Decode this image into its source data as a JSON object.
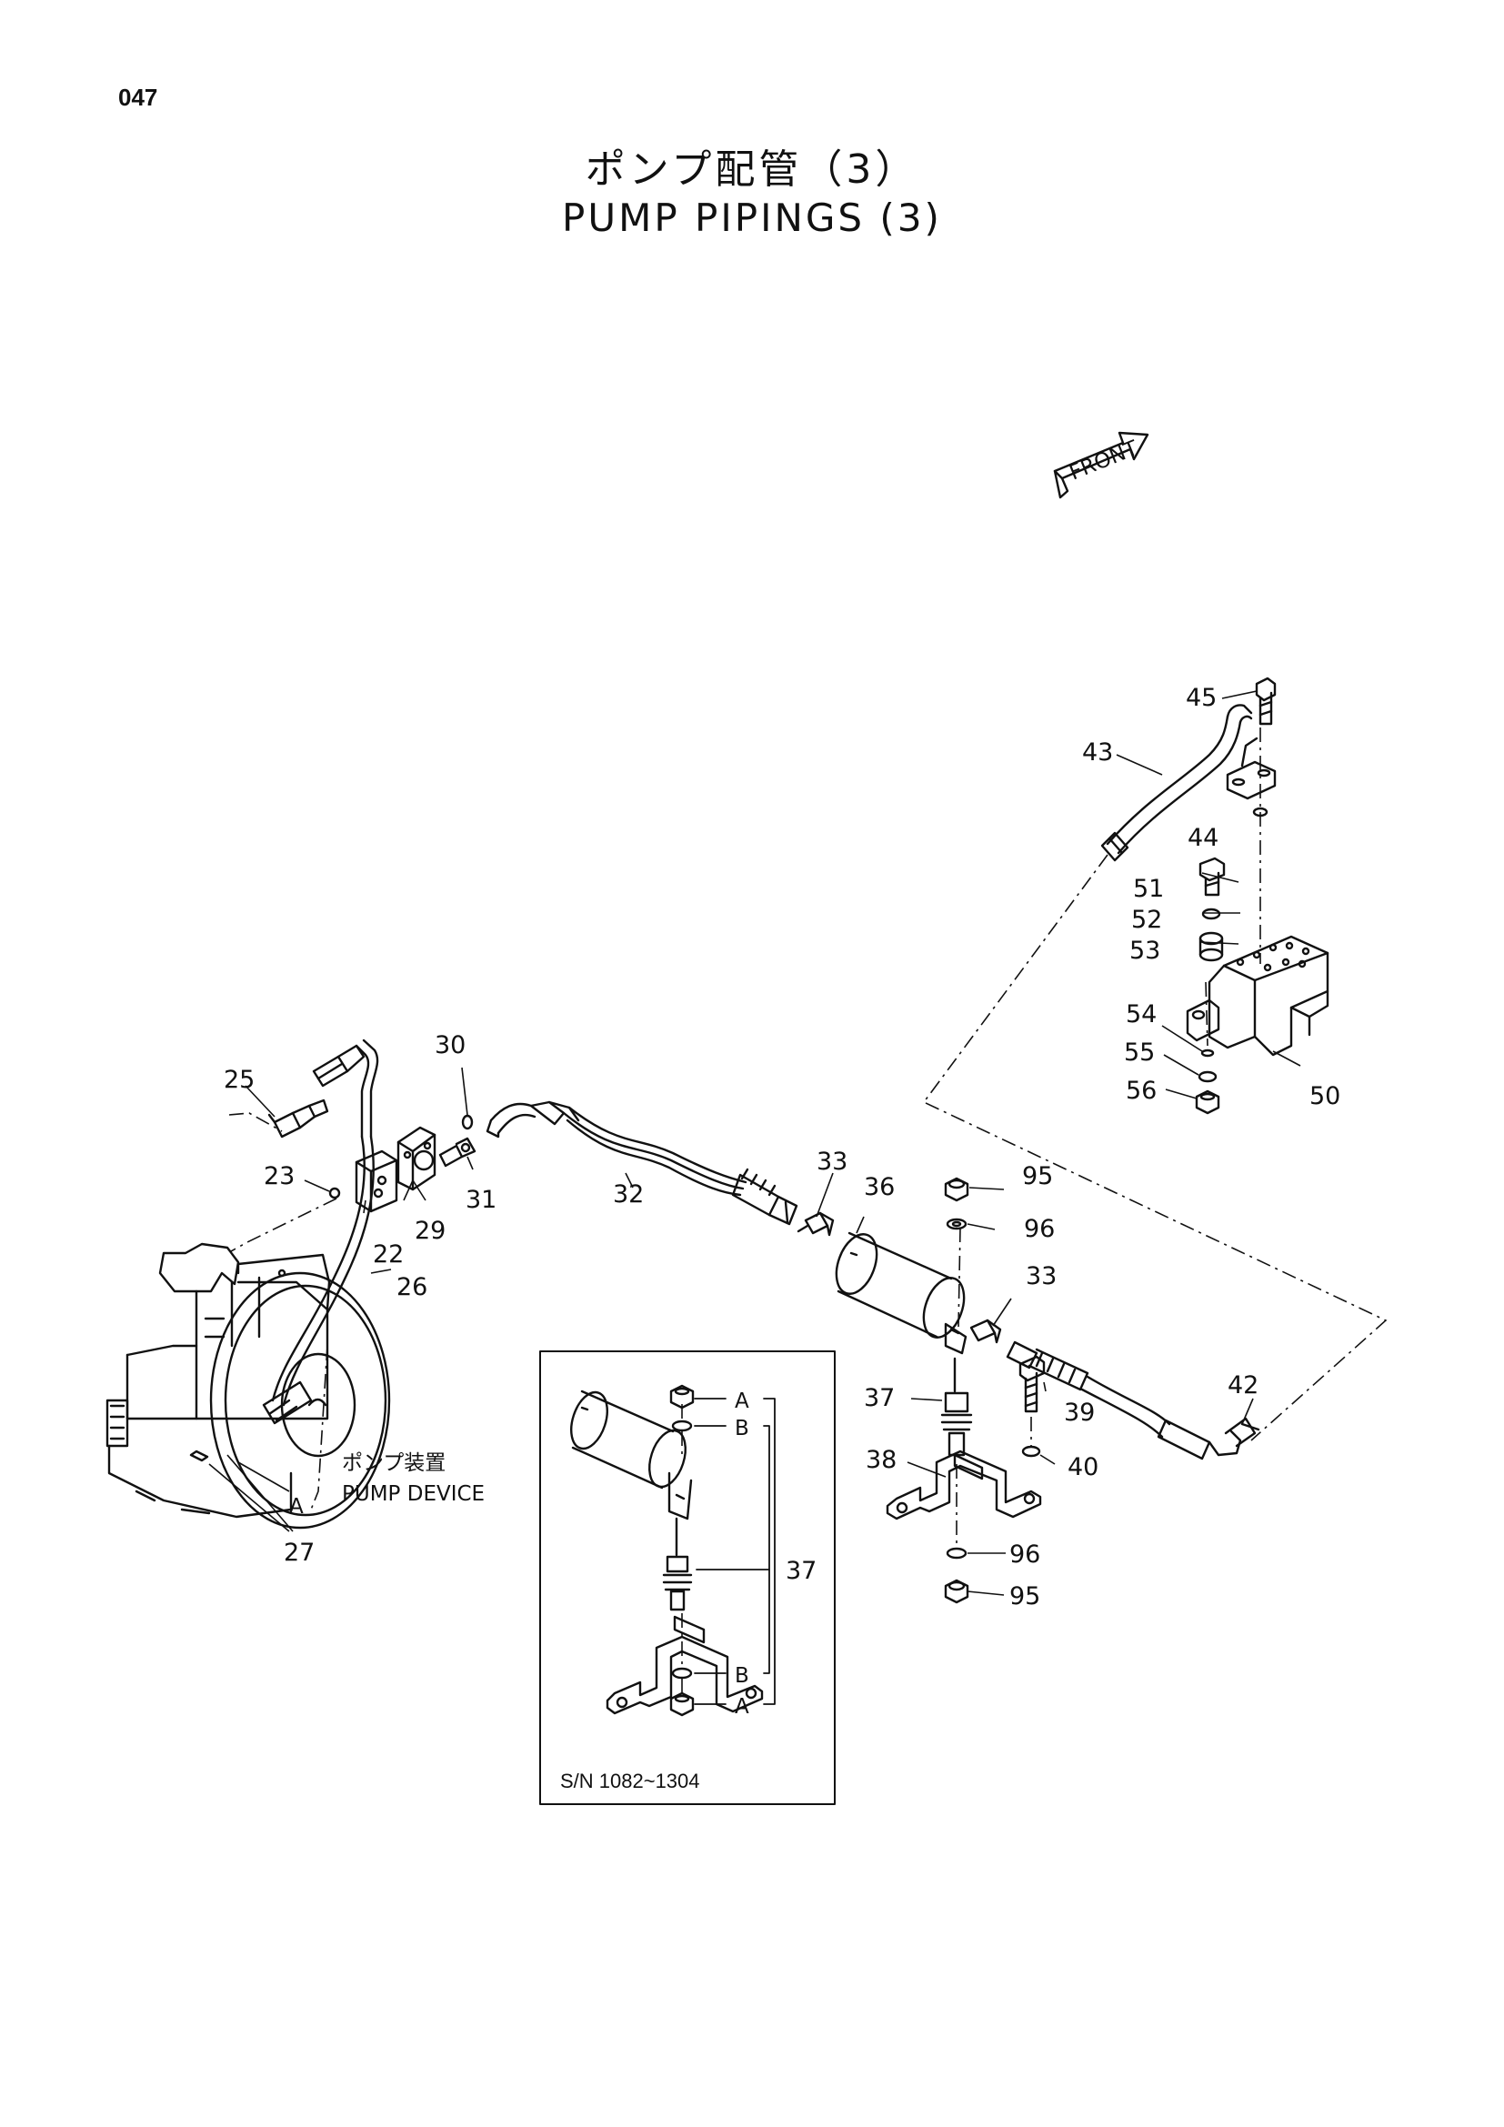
{
  "page_code": "047",
  "title_ja": "ポンプ配管（3）",
  "title_en": "PUMP PIPINGS (3)",
  "front_label": "FRONT",
  "pump_device_ja": "ポンプ装置",
  "pump_device_en": "PUMP DEVICE",
  "marker_a": "A",
  "marker_b": "B",
  "inset_serial": "S/N 1082~1304",
  "callouts": {
    "c22": "22",
    "c23": "23",
    "c25": "25",
    "c26": "26",
    "c27": "27",
    "c29": "29",
    "c30": "30",
    "c31": "31",
    "c32": "32",
    "c33a": "33",
    "c33b": "33",
    "c36": "36",
    "c37": "37",
    "c37i": "37",
    "c38": "38",
    "c39": "39",
    "c40": "40",
    "c42": "42",
    "c43": "43",
    "c44": "44",
    "c45": "45",
    "c50": "50",
    "c51": "51",
    "c52": "52",
    "c53": "53",
    "c54": "54",
    "c55": "55",
    "c56": "56",
    "c95a": "95",
    "c95b": "95",
    "c96a": "96",
    "c96b": "96"
  }
}
